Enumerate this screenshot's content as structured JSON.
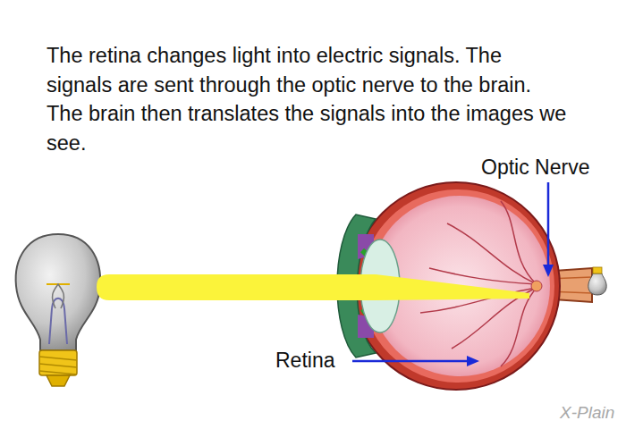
{
  "diagram": {
    "title": "The retina changes light into electric signals. The signals are sent through the optic nerve to the brain. The brain then translates the signals into the images we see.",
    "labels": [
      "Optic Nerve",
      "Retina",
      "X-Plain"
    ]
  }
}
